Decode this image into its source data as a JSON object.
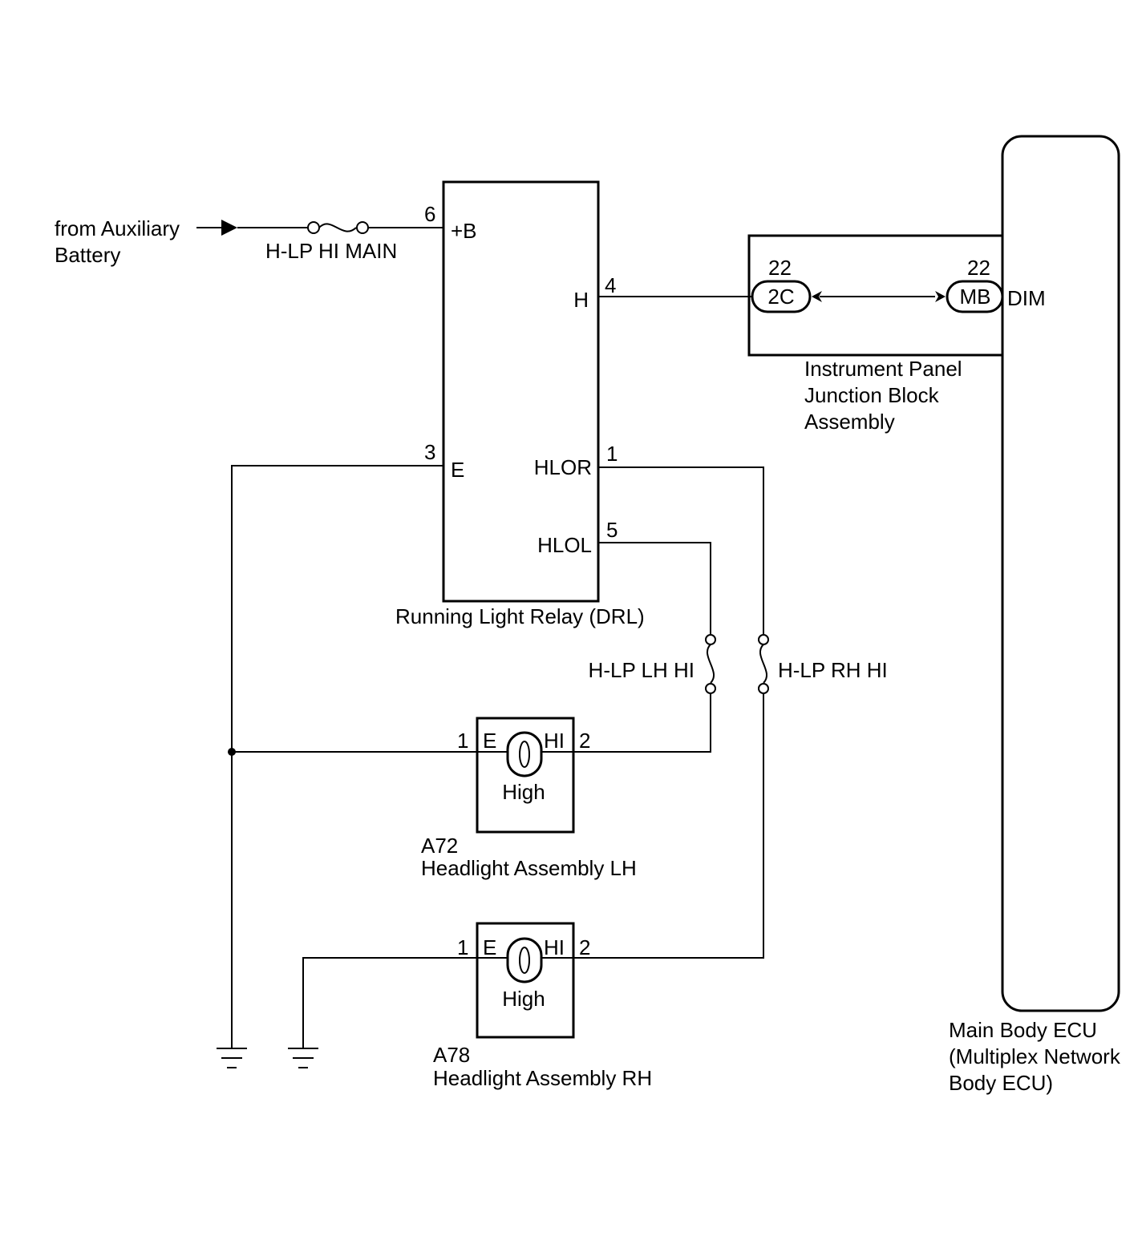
{
  "source": {
    "line1": "from Auxiliary",
    "line2": "Battery"
  },
  "fuses": {
    "main": "H-LP HI MAIN",
    "lh": "H-LP LH HI",
    "rh": "H-LP RH HI"
  },
  "relay": {
    "name": "Running Light Relay (DRL)",
    "pins": [
      {
        "num": "6",
        "label": "+B"
      },
      {
        "num": "4",
        "label": "H"
      },
      {
        "num": "3",
        "label": "E"
      },
      {
        "num": "1",
        "label": "HLOR"
      },
      {
        "num": "5",
        "label": "HLOL"
      }
    ]
  },
  "junction": {
    "name": {
      "line1": "Instrument Panel",
      "line2": "Junction Block",
      "line3": "Assembly"
    },
    "connectors": [
      {
        "pin": "22",
        "id": "2C"
      },
      {
        "pin": "22",
        "id": "MB"
      }
    ]
  },
  "ecu": {
    "pin_label": "DIM",
    "name": {
      "line1": "Main Body ECU",
      "line2": "(Multiplex Network",
      "line3": "Body ECU)"
    }
  },
  "headlights": [
    {
      "code": "A72",
      "name": "Headlight Assembly LH",
      "pin_e_num": "1",
      "pin_e": "E",
      "pin_hi": "HI",
      "pin_hi_num": "2",
      "bulb": "High"
    },
    {
      "code": "A78",
      "name": "Headlight Assembly RH",
      "pin_e_num": "1",
      "pin_e": "E",
      "pin_hi": "HI",
      "pin_hi_num": "2",
      "bulb": "High"
    }
  ]
}
